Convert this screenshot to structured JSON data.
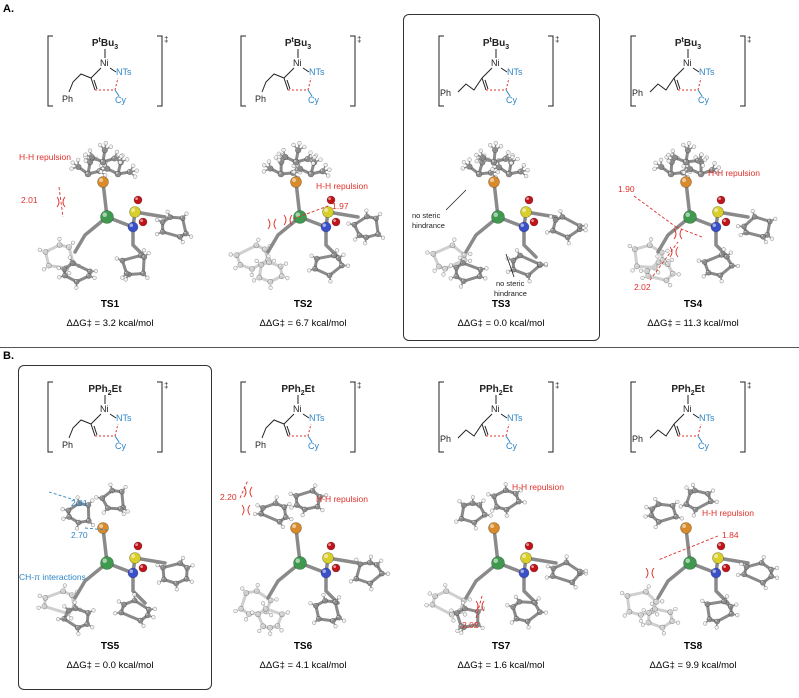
{
  "panels": [
    {
      "label": "A.",
      "cells": [
        {
          "ligand": "P",
          "ligand_sup": "t",
          "ligand_rest": "Bu",
          "ligand_sub": "3",
          "ts": "TS1",
          "energy": "ΔΔG‡ = 3.2 kcal/mol",
          "annotations": [
            "H-H repulsion",
            "2.01"
          ],
          "boxed": false
        },
        {
          "ligand": "P",
          "ligand_sup": "t",
          "ligand_rest": "Bu",
          "ligand_sub": "3",
          "ts": "TS2",
          "energy": "ΔΔG‡ = 6.7 kcal/mol",
          "annotations": [
            "H-H repulsion",
            "1.97"
          ],
          "boxed": false
        },
        {
          "ligand": "P",
          "ligand_sup": "t",
          "ligand_rest": "Bu",
          "ligand_sub": "3",
          "ts": "TS3",
          "energy": "ΔΔG‡ = 0.0 kcal/mol",
          "annotations": [
            "no steric hindrance",
            "no steric hindrance"
          ],
          "boxed": true
        },
        {
          "ligand": "P",
          "ligand_sup": "t",
          "ligand_rest": "Bu",
          "ligand_sub": "3",
          "ts": "TS4",
          "energy": "ΔΔG‡ = 11.3 kcal/mol",
          "annotations": [
            "H-H repulsion",
            "1.90",
            "2.02"
          ],
          "boxed": false
        }
      ]
    },
    {
      "label": "B.",
      "cells": [
        {
          "ligand": "PPh",
          "ligand_sup": "",
          "ligand_rest": "",
          "ligand_sub": "2",
          "ligand_tail": "Et",
          "ts": "TS5",
          "energy": "ΔΔG‡ = 0.0 kcal/mol",
          "annotations": [
            "2.81",
            "2.70",
            "CH-π interactions"
          ],
          "boxed": true
        },
        {
          "ligand": "PPh",
          "ligand_sup": "",
          "ligand_rest": "",
          "ligand_sub": "2",
          "ligand_tail": "Et",
          "ts": "TS6",
          "energy": "ΔΔG‡ = 4.1 kcal/mol",
          "annotations": [
            "H-H repulsion",
            "2.20"
          ],
          "boxed": false
        },
        {
          "ligand": "PPh",
          "ligand_sup": "",
          "ligand_rest": "",
          "ligand_sub": "2",
          "ligand_tail": "Et",
          "ts": "TS7",
          "energy": "ΔΔG‡ = 1.6 kcal/mol",
          "annotations": [
            "H-H repulsion",
            "2.02"
          ],
          "boxed": false
        },
        {
          "ligand": "PPh",
          "ligand_sup": "",
          "ligand_rest": "",
          "ligand_sub": "2",
          "ligand_tail": "Et",
          "ts": "TS8",
          "energy": "ΔΔG‡ = 9.9 kcal/mol",
          "annotations": [
            "H-H repulsion",
            "1.84"
          ],
          "boxed": false
        }
      ]
    }
  ],
  "scheme_atoms": {
    "ni": "Ni",
    "nts": "NTs",
    "ph": "Ph",
    "cy": "Cy",
    "dagger": "‡"
  },
  "colors": {
    "red": "#e0302a",
    "blue": "#2e86c8",
    "ni_green": "#3f9a4f",
    "p_orange": "#d98a2a",
    "s_yellow": "#d9cf2a",
    "o_red": "#c0141a",
    "n_blue": "#3a4fc8"
  }
}
